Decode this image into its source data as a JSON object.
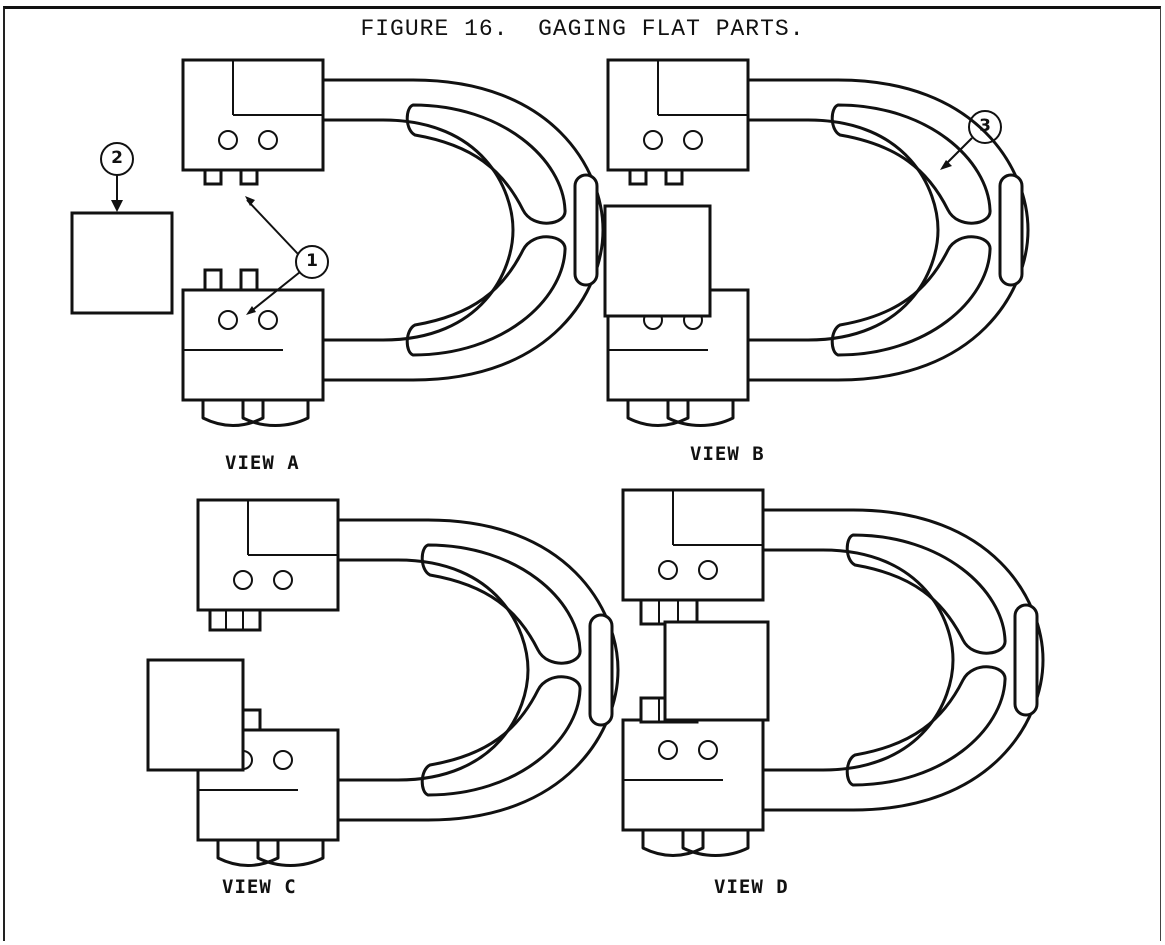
{
  "figure": {
    "title": "FIGURE 16.  GAGING FLAT PARTS."
  },
  "views": [
    {
      "id": "a",
      "label": "VIEW A"
    },
    {
      "id": "b",
      "label": "VIEW B"
    },
    {
      "id": "c",
      "label": "VIEW C"
    },
    {
      "id": "d",
      "label": "VIEW D"
    }
  ],
  "callouts": [
    {
      "number": "1",
      "target": "gaging-anvils"
    },
    {
      "number": "2",
      "target": "flat-part"
    },
    {
      "number": "3",
      "target": "gage-frame"
    }
  ]
}
